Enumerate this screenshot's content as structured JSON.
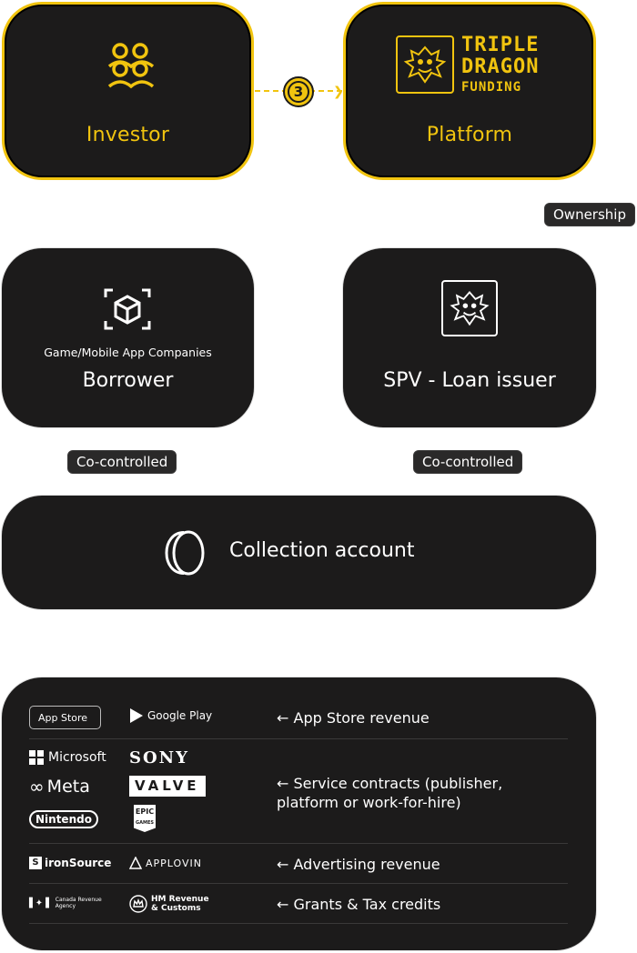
{
  "nodes": {
    "investor": {
      "label": "Investor"
    },
    "platform": {
      "label": "Platform",
      "logo_line1": "Triple",
      "logo_line2": "Dragon",
      "logo_line3": "Funding"
    },
    "borrower": {
      "label": "Borrower",
      "sublabel": "Game/Mobile App Companies"
    },
    "spv": {
      "label": "SPV - Loan issuer"
    },
    "collection": {
      "label": "Collection account"
    }
  },
  "connector": {
    "step": "3"
  },
  "tags": {
    "ownership": "Ownership",
    "co_controlled_left": "Co-controlled",
    "co_controlled_right": "Co-controlled"
  },
  "revenue": {
    "rows": [
      {
        "label": "← App Store revenue"
      },
      {
        "label": "← Service contracts (publisher, platform or work-for-hire)"
      },
      {
        "label": "← Advertising revenue"
      },
      {
        "label": "← Grants & Tax credits"
      }
    ],
    "brands": {
      "app_store": "App Store",
      "google_play": "Google Play",
      "microsoft": "Microsoft",
      "sony": "SONY",
      "meta": "Meta",
      "valve": "VALVE",
      "nintendo": "Nintendo",
      "epic_line1": "EPIC",
      "epic_line2": "GAMES",
      "ironsource": "ironSource",
      "applovin": "APPLOVIN",
      "cra_line1": "Canada Revenue",
      "cra_line2": "Agency",
      "hmrc_line1": "HM Revenue",
      "hmrc_line2": "& Customs"
    }
  },
  "colors": {
    "accent": "#f1c40f",
    "card": "#1c1b1b",
    "pill": "#2a2929"
  },
  "icons": {
    "investor": "users-group-icon",
    "platform": "dragon-logo-icon",
    "borrower": "cube-scan-icon",
    "spv": "dragon-logo-icon",
    "collection": "coin-icon"
  }
}
